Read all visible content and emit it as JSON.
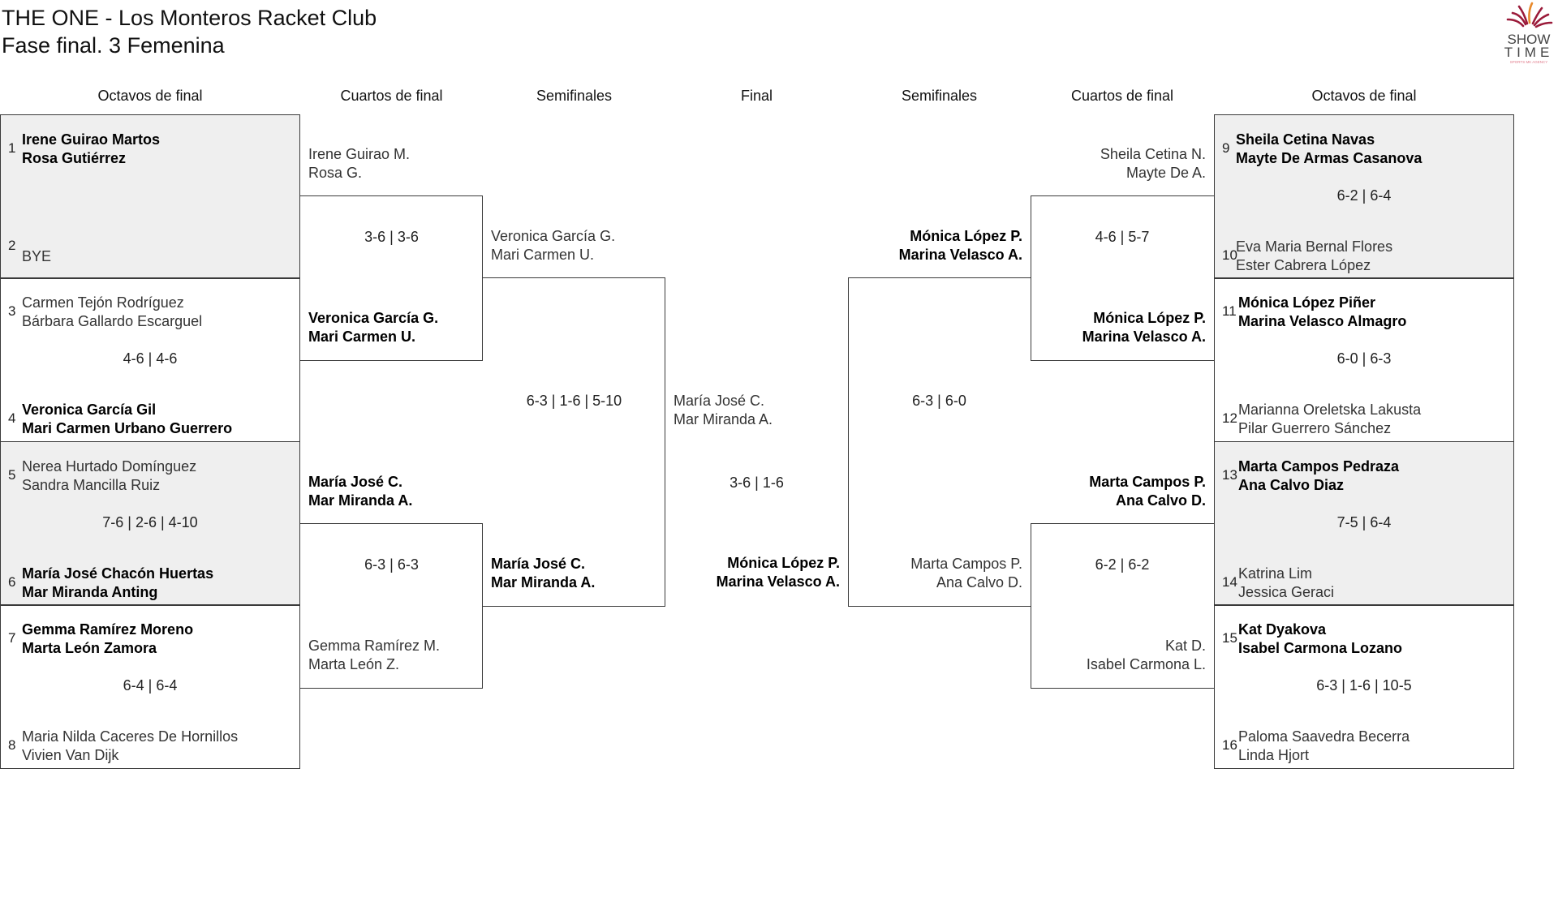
{
  "header": {
    "title": "THE ONE - Los Monteros Racket Club",
    "subtitle": "Fase final. 3 Femenina",
    "logo": {
      "text_top": "SHOW",
      "text_bottom": "TIME",
      "tagline": "SPORTS MK AGENCY",
      "colors": {
        "rays": "#9b1b3a",
        "accent": "#e8892b",
        "text": "#444444",
        "tagline": "#e07a8a"
      }
    }
  },
  "rounds": [
    "Octavos de final",
    "Cuartos de final",
    "Semifinales",
    "Final",
    "Semifinales",
    "Cuartos de final",
    "Octavos de final"
  ],
  "colors": {
    "shaded_box": "#efefef",
    "border": "#3a3a3a"
  },
  "left": {
    "octavos": [
      {
        "top": {
          "seed": "1",
          "players": [
            "Irene Guirao Martos",
            "Rosa Gutiérrez"
          ],
          "winner": true
        },
        "bottom": {
          "seed": "2",
          "players": [
            "BYE"
          ],
          "winner": false
        },
        "score": ""
      },
      {
        "top": {
          "seed": "3",
          "players": [
            "Carmen Tejón Rodríguez",
            "Bárbara Gallardo Escarguel"
          ],
          "winner": false
        },
        "bottom": {
          "seed": "4",
          "players": [
            "Veronica García Gil",
            "Mari Carmen Urbano Guerrero"
          ],
          "winner": true
        },
        "score": "4-6 | 4-6"
      },
      {
        "top": {
          "seed": "5",
          "players": [
            "Nerea Hurtado Domínguez",
            "Sandra Mancilla Ruiz"
          ],
          "winner": false
        },
        "bottom": {
          "seed": "6",
          "players": [
            "María José Chacón Huertas",
            "Mar Miranda Anting"
          ],
          "winner": true
        },
        "score": "7-6 | 2-6 | 4-10"
      },
      {
        "top": {
          "seed": "7",
          "players": [
            "Gemma Ramírez Moreno",
            "Marta León Zamora"
          ],
          "winner": true
        },
        "bottom": {
          "seed": "8",
          "players": [
            "Maria Nilda Caceres De Hornillos",
            "Vivien Van Dijk"
          ],
          "winner": false
        },
        "score": "6-4 | 6-4"
      }
    ],
    "cuartos": [
      {
        "top": {
          "players": [
            "Irene Guirao M.",
            "Rosa G."
          ],
          "winner": false
        },
        "bottom": {
          "players": [
            "Veronica García G.",
            "Mari Carmen U."
          ],
          "winner": true
        },
        "score": "3-6 | 3-6"
      },
      {
        "top": {
          "players": [
            "María José C.",
            "Mar Miranda A."
          ],
          "winner": true
        },
        "bottom": {
          "players": [
            "Gemma Ramírez M.",
            "Marta León Z."
          ],
          "winner": false
        },
        "score": "6-3 | 6-3"
      }
    ],
    "semis": [
      {
        "top": {
          "players": [
            "Veronica García G.",
            "Mari Carmen U."
          ],
          "winner": false
        },
        "bottom": {
          "players": [
            "María José C.",
            "Mar Miranda A."
          ],
          "winner": true
        },
        "score": "6-3 | 1-6 | 5-10"
      }
    ]
  },
  "final": {
    "top": {
      "players": [
        "María José C.",
        "Mar Miranda A."
      ],
      "winner": false
    },
    "bottom": {
      "players": [
        "Mónica López P.",
        "Marina Velasco A."
      ],
      "winner": true
    },
    "score": "3-6 | 1-6"
  },
  "right": {
    "octavos": [
      {
        "top": {
          "seed": "9",
          "players": [
            "Sheila Cetina Navas",
            "Mayte De Armas Casanova"
          ],
          "winner": true
        },
        "bottom": {
          "seed": "10",
          "players": [
            "Eva Maria Bernal Flores",
            "Ester Cabrera López"
          ],
          "winner": false
        },
        "score": "6-2 | 6-4"
      },
      {
        "top": {
          "seed": "11",
          "players": [
            "Mónica López Piñer",
            "Marina Velasco Almagro"
          ],
          "winner": true
        },
        "bottom": {
          "seed": "12",
          "players": [
            "Marianna Oreletska Lakusta",
            "Pilar Guerrero Sánchez"
          ],
          "winner": false
        },
        "score": "6-0 | 6-3"
      },
      {
        "top": {
          "seed": "13",
          "players": [
            "Marta Campos Pedraza",
            "Ana Calvo Diaz"
          ],
          "winner": true
        },
        "bottom": {
          "seed": "14",
          "players": [
            "Katrina Lim",
            "Jessica Geraci"
          ],
          "winner": false
        },
        "score": "7-5 | 6-4"
      },
      {
        "top": {
          "seed": "15",
          "players": [
            "Kat Dyakova",
            "Isabel Carmona Lozano"
          ],
          "winner": true
        },
        "bottom": {
          "seed": "16",
          "players": [
            "Paloma Saavedra Becerra",
            "Linda Hjort"
          ],
          "winner": false
        },
        "score": "6-3 | 1-6 | 10-5"
      }
    ],
    "cuartos": [
      {
        "top": {
          "players": [
            "Sheila Cetina N.",
            "Mayte De A."
          ],
          "winner": false
        },
        "bottom": {
          "players": [
            "Mónica López P.",
            "Marina Velasco A."
          ],
          "winner": true
        },
        "score": "4-6 | 5-7"
      },
      {
        "top": {
          "players": [
            "Marta Campos P.",
            "Ana Calvo D."
          ],
          "winner": true
        },
        "bottom": {
          "players": [
            "Kat D.",
            "Isabel Carmona L."
          ],
          "winner": false
        },
        "score": "6-2 | 6-2"
      }
    ],
    "semis": [
      {
        "top": {
          "players": [
            "Mónica López P.",
            "Marina Velasco A."
          ],
          "winner": true
        },
        "bottom": {
          "players": [
            "Marta Campos P.",
            "Ana Calvo D."
          ],
          "winner": false
        },
        "score": "6-3 | 6-0"
      }
    ]
  }
}
